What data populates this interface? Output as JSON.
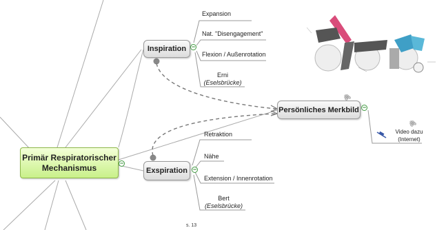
{
  "root": {
    "line1": "Primär Respiratorischer",
    "line2": "Mechanismus"
  },
  "inspiration": {
    "label": "Inspiration",
    "leaves": [
      "Expansion",
      "Nat. \"Disengagement\"",
      "Flexion / Außenrotation"
    ],
    "mnemonic": {
      "name": "Erni",
      "note": "(Eselsbrücke)"
    }
  },
  "expiration": {
    "label": "Exspiration",
    "leaves": [
      "Retraktion",
      "Nähe",
      "Extension / Innenrotation"
    ],
    "mnemonic": {
      "name": "Bert",
      "note": "(Eselsbrücke)"
    }
  },
  "merkbild": {
    "label": "Persönliches Merkbild",
    "video": {
      "line1": "Video dazu",
      "line2": "(Internet)"
    }
  },
  "page_number": "s. 13",
  "toggle_symbol": "−",
  "icons": [
    "paperclip-icon",
    "video-link-icon",
    "collapse-toggle-icon",
    "anatomy-illustration"
  ],
  "colors": {
    "root_fill": "#c9f08a",
    "root_border": "#8fb84a",
    "toggle": "#2f8a2f",
    "branch": "#9a9a9a",
    "dashed": "#777777"
  }
}
